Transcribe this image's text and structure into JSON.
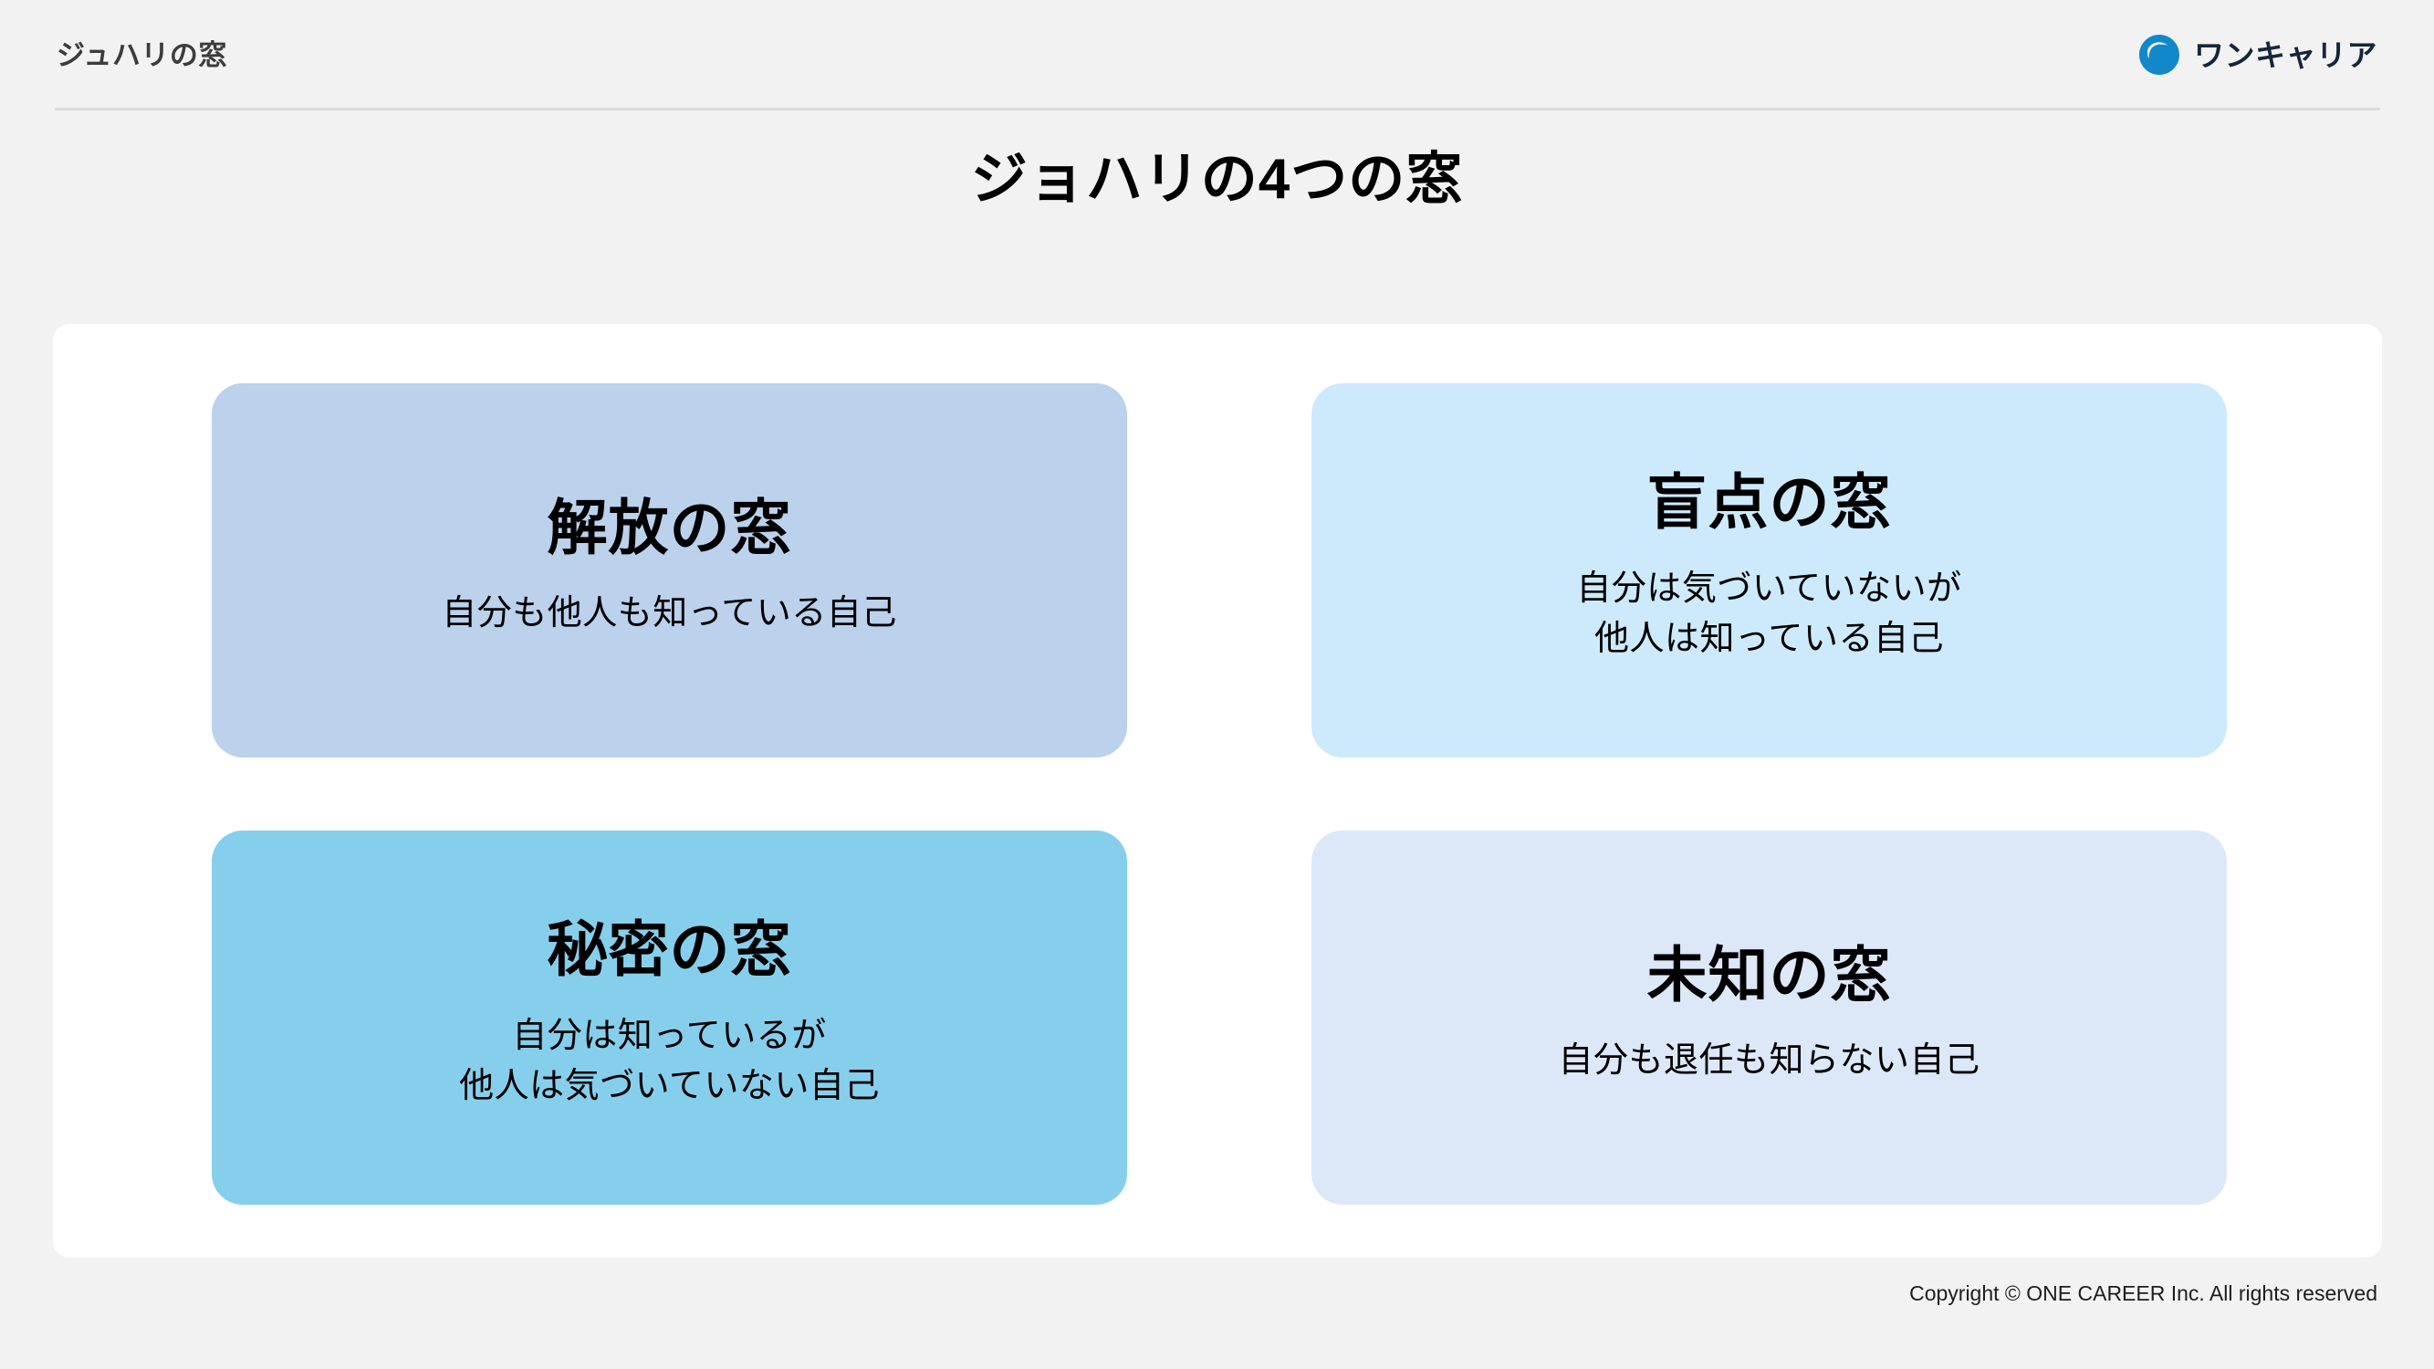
{
  "header": {
    "title": "ジュハリの窓",
    "brand_name": "ワンキャリア",
    "brand_icon": "one-career-swirl-icon",
    "brand_color": "#1288ca",
    "rule_color": "#dcdcdc",
    "title_color": "#3c3c3c"
  },
  "page": {
    "title": "ジョハリの4つの窓",
    "background_color": "#f2f2f2",
    "panel_color": "#ffffff"
  },
  "quadrants": [
    {
      "id": "open-window",
      "title": "解放の窓",
      "lines": [
        "自分も他人も知っている自己"
      ],
      "color": "#bbd1ec"
    },
    {
      "id": "blind-window",
      "title": "盲点の窓",
      "lines": [
        "自分は気づいていないが",
        "他人は知っている自己"
      ],
      "color": "#cdeafc"
    },
    {
      "id": "hidden-window",
      "title": "秘密の窓",
      "lines": [
        "自分は知っているが",
        "他人は気づいていない自己"
      ],
      "color": "#86cfec"
    },
    {
      "id": "unknown-window",
      "title": "未知の窓",
      "lines": [
        "自分も退任も知らない自己"
      ],
      "color": "#dce8f8"
    }
  ],
  "footer": {
    "copyright": "Copyright © ONE CAREER Inc. All rights reserved"
  }
}
